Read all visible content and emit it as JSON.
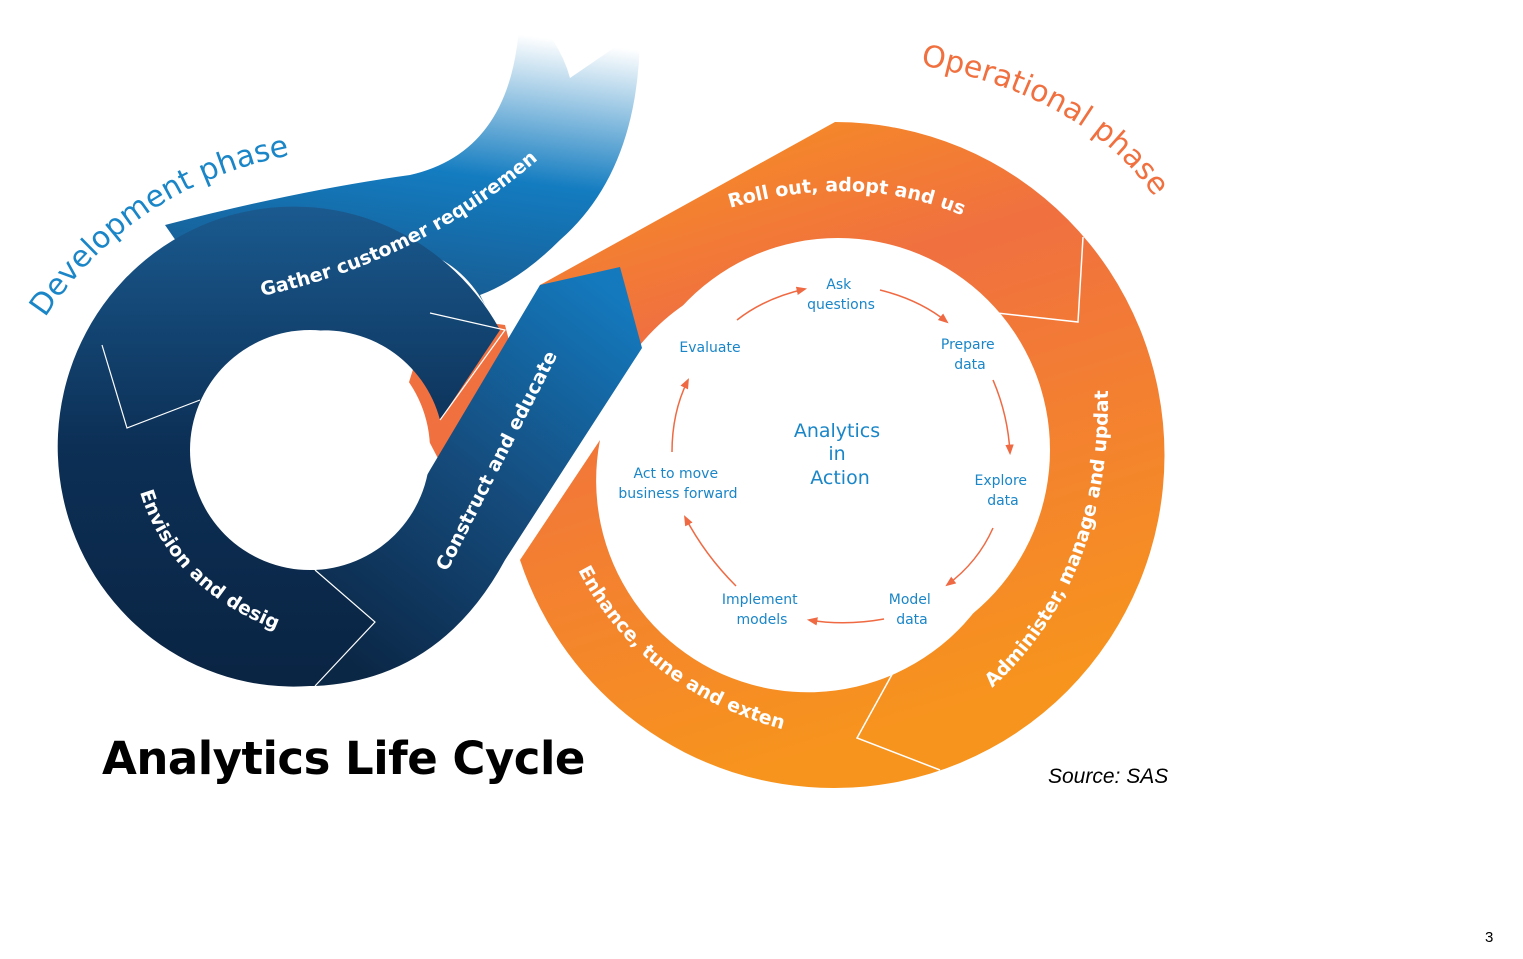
{
  "title": "Analytics Life Cycle",
  "source": "Source: SAS",
  "page_number": "3",
  "colors": {
    "development_blue_light": "#1479bd",
    "development_blue_dark": "#0b2746",
    "operational_orange": "#f0703f",
    "operational_orange_light": "#f7941d",
    "step_text_blue": "#1a86c8",
    "arrow_orange": "#ef6a43",
    "phase_title_blue": "#1a86c8",
    "phase_title_orange": "#f0703f"
  },
  "development_phase": {
    "label": "Development phase",
    "stages": [
      {
        "label": "Gather customer requirements"
      },
      {
        "label": "Envision and design"
      },
      {
        "label": "Construct and educate"
      }
    ]
  },
  "operational_phase": {
    "label": "Operational phase",
    "stages": [
      {
        "label": "Roll out, adopt and use"
      },
      {
        "label": "Administer, manage and update"
      },
      {
        "label": "Enhance, tune and extend"
      }
    ]
  },
  "analytics_in_action": {
    "center": [
      "Analytics",
      "in",
      "Action"
    ],
    "steps": [
      {
        "lines": [
          "Ask",
          "questions"
        ]
      },
      {
        "lines": [
          "Prepare",
          "data"
        ]
      },
      {
        "lines": [
          "Explore",
          "data"
        ]
      },
      {
        "lines": [
          "Model",
          "data"
        ]
      },
      {
        "lines": [
          "Implement",
          "models"
        ]
      },
      {
        "lines": [
          "Act to move",
          "business forward"
        ]
      },
      {
        "lines": [
          "Evaluate"
        ]
      }
    ]
  }
}
